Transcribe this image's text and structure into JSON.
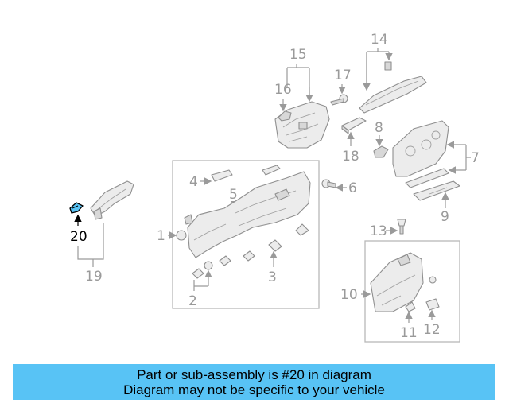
{
  "callouts": {
    "c1": "1",
    "c2": "2",
    "c3": "3",
    "c4": "4",
    "c5": "5",
    "c6": "6",
    "c7": "7",
    "c8": "8",
    "c9": "9",
    "c10": "10",
    "c11": "11",
    "c12": "12",
    "c13": "13",
    "c14": "14",
    "c15": "15",
    "c16": "16",
    "c17": "17",
    "c18": "18",
    "c19": "19",
    "c20": "20"
  },
  "highlight_color": "#58c3f5",
  "highlighted_part": "20",
  "banner": {
    "line1": "Part or sub-assembly is #20 in diagram",
    "line2": "Diagram may not be specific to your vehicle"
  }
}
